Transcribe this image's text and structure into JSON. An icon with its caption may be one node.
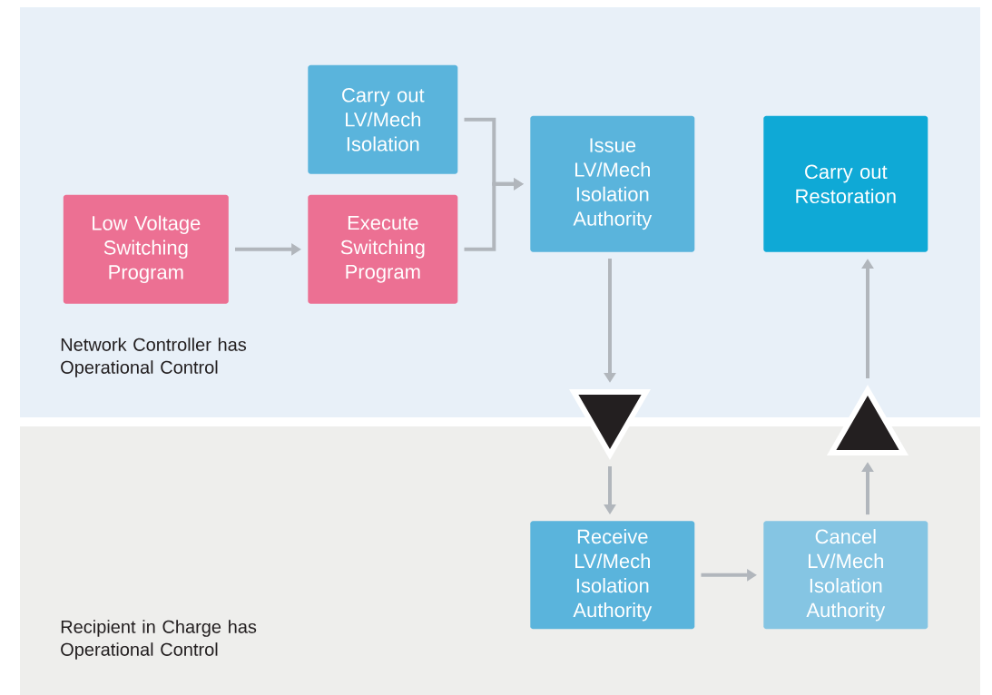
{
  "diagram": {
    "nodes": [
      {
        "text": [
          "Network Controller has Operational Control"
        ]
      },
      {
        "text": [
          "Recipient in Charge has Operational Control"
        ]
      },
      {
        "text": [
          "Carry out LV/Mech Isolation"
        ],
        "in": 0
      },
      {
        "text": [
          "Low Voltage Switching Program"
        ],
        "in": 0
      },
      {
        "text": [
          "Execute Switching Program"
        ],
        "in": 0
      },
      {
        "text": [
          "Issue LV/Mech Isolation Authority"
        ],
        "in": 0
      },
      {
        "text": [
          "Carry out Restoration"
        ],
        "in": 0
      },
      {
        "text": [],
        "shape": "triangle"
      },
      {
        "text": [],
        "shape": "triangle"
      },
      {
        "text": [
          "Receive LV/Mech Isolation Authority"
        ],
        "in": 1
      },
      {
        "text": [
          "Cancel LV/Mech Isolation Authority"
        ],
        "in": 1
      }
    ],
    "edges": [
      {
        "from": 3,
        "to": 4,
        "arrow": "to"
      },
      {
        "from": 2,
        "to": 5,
        "arrow": "to"
      },
      {
        "from": 4,
        "to": 5,
        "arrow": "to"
      },
      {
        "from": 5,
        "to": 7,
        "arrow": "to"
      },
      {
        "from": 7,
        "to": 9,
        "arrow": "to"
      },
      {
        "from": 9,
        "to": 10,
        "arrow": "to"
      },
      {
        "from": 10,
        "to": 8,
        "arrow": "to"
      },
      {
        "from": 8,
        "to": 6,
        "arrow": "to"
      }
    ]
  }
}
